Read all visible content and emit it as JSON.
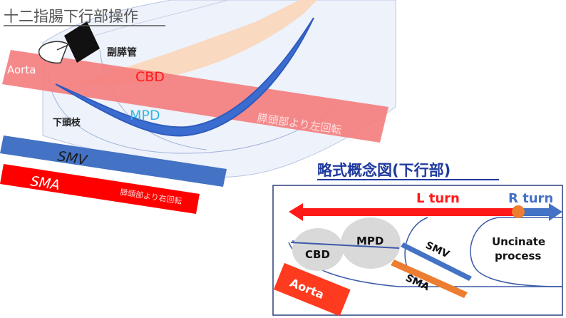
{
  "title": "十二指腸下行部操作",
  "labels": {
    "accessory_duct": "副膵管",
    "lower_branch": "下頭枝",
    "aorta": "Aorta",
    "cbd": "CBD",
    "mpd": "MPD",
    "smv": "SMV",
    "sma": "SMA",
    "pancreas_left_rotation": "膵頭部より左回転",
    "sma_right_rotation": "膵頭部より右回転"
  },
  "schematic": {
    "title": "略式概念図(下行部)",
    "l_turn": "L turn",
    "r_turn": "R turn",
    "cbd": "CBD",
    "mpd": "MPD",
    "smv": "SMV",
    "sma": "SMA",
    "uncinate_line1": "Uncinate",
    "uncinate_line2": "process",
    "aorta": "Aorta"
  },
  "colors": {
    "aorta_band": "#f47c7c",
    "red_label": "#ff1a1a",
    "smv_band": "#4472c4",
    "sma_band": "#ff0000",
    "mpd_text": "#2eb8e6",
    "title_blue": "#1f3a9e",
    "arrow_red": "#ff1a1a",
    "arrow_blue": "#4472c4",
    "orange": "#ed7d31",
    "aorta_box": "#ff3b1f"
  }
}
